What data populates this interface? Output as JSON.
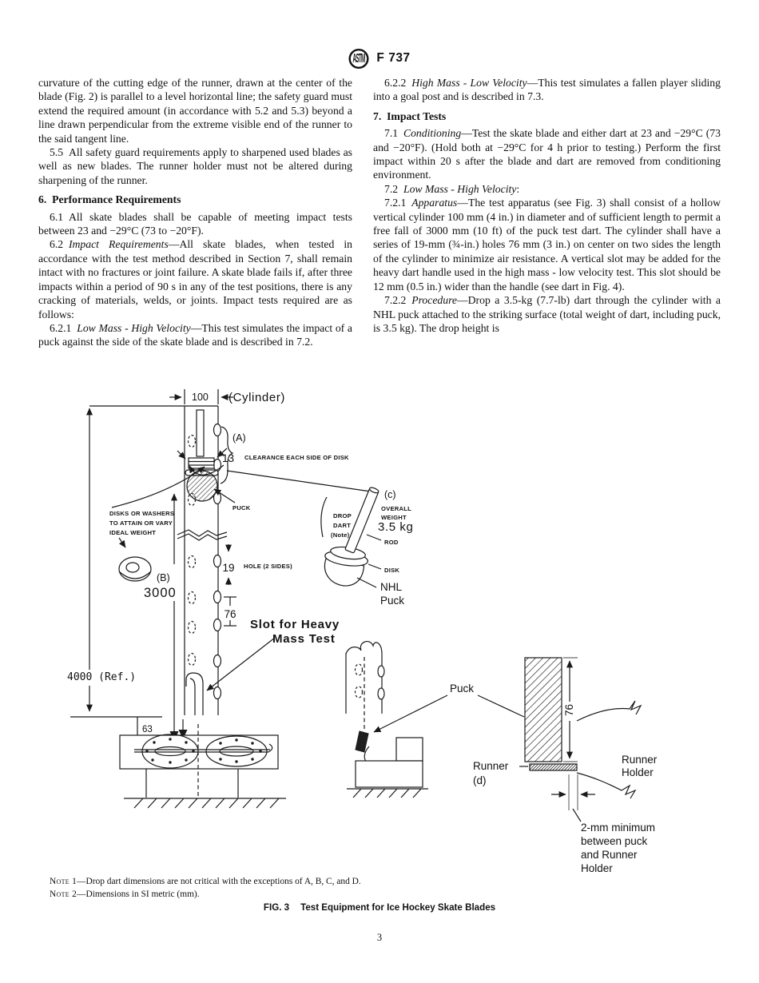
{
  "header": {
    "logo_text": "ASTM",
    "doc_code": "F 737"
  },
  "columns": {
    "left": [
      {
        "type": "p",
        "indent": false,
        "segments": [
          {
            "t": "curvature of the cutting edge of the runner, drawn at the center of the blade (Fig. 2) is parallel to a level horizontal line; the safety guard must extend the required amount (in accordance with 5.2 and 5.3) beyond a line drawn perpendicular from the extreme visible end of the runner to the said tangent line."
          }
        ]
      },
      {
        "type": "p",
        "indent": true,
        "segments": [
          {
            "t": "5.5 All safety guard requirements apply to sharpened used blades as well as new blades. The runner holder must not be altered during sharpening of the runner."
          }
        ]
      },
      {
        "type": "h",
        "segments": [
          {
            "t": "6. Performance Requirements"
          }
        ]
      },
      {
        "type": "p",
        "indent": true,
        "segments": [
          {
            "t": "6.1 All skate blades shall be capable of meeting impact tests between 23 and −29°C (73 to −20°F)."
          }
        ]
      },
      {
        "type": "p",
        "indent": true,
        "segments": [
          {
            "t": "6.2 "
          },
          {
            "t": "Impact Requirements",
            "i": true
          },
          {
            "t": "—All skate blades, when tested in accordance with the test method described in Section 7, shall remain intact with no fractures or joint failure. A skate blade fails if, after three impacts within a period of 90 s in any of the test positions, there is any cracking of materials, welds, or joints. Impact tests required are as follows:"
          }
        ]
      },
      {
        "type": "p",
        "indent": true,
        "segments": [
          {
            "t": "6.2.1 "
          },
          {
            "t": "Low Mass - High Velocity",
            "i": true
          },
          {
            "t": "—This test simulates the impact of a puck against the side of the skate blade and is described in 7.2."
          }
        ]
      }
    ],
    "right": [
      {
        "type": "p",
        "indent": true,
        "segments": [
          {
            "t": "6.2.2 "
          },
          {
            "t": "High Mass - Low Velocity",
            "i": true
          },
          {
            "t": "—This test simulates a fallen player sliding into a goal post and is described in 7.3."
          }
        ]
      },
      {
        "type": "h",
        "segments": [
          {
            "t": "7. Impact Tests"
          }
        ]
      },
      {
        "type": "p",
        "indent": true,
        "segments": [
          {
            "t": "7.1 "
          },
          {
            "t": "Conditioning",
            "i": true
          },
          {
            "t": "—Test the skate blade and either dart at 23 and −29°C (73 and −20°F). (Hold both at −29°C for 4 h prior to testing.) Perform the first impact within 20 s after the blade and dart are removed from conditioning environment."
          }
        ]
      },
      {
        "type": "p",
        "indent": true,
        "segments": [
          {
            "t": "7.2 "
          },
          {
            "t": "Low Mass - High Velocity",
            "i": true
          },
          {
            "t": ":"
          }
        ]
      },
      {
        "type": "p",
        "indent": true,
        "segments": [
          {
            "t": "7.2.1 "
          },
          {
            "t": "Apparatus",
            "i": true
          },
          {
            "t": "—The test apparatus (see Fig. 3) shall consist of a hollow vertical cylinder 100 mm (4 in.) in diameter and of sufficient length to permit a free fall of 3000 mm (10 ft) of the puck test dart. The cylinder shall have a series of 19-mm (¾-in.) holes 76 mm (3 in.) on center on two sides the length of the cylinder to minimize air resistance. A vertical slot may be added for the heavy dart handle used in the high mass - low velocity test. This slot should be 12 mm (0.5 in.) wider than the handle (see dart in Fig. 4)."
          }
        ]
      },
      {
        "type": "p",
        "indent": true,
        "segments": [
          {
            "t": "7.2.2 "
          },
          {
            "t": "Procedure",
            "i": true
          },
          {
            "t": "—Drop a 3.5-kg (7.7-lb) dart through the cylinder with a NHL puck attached to the striking surface (total weight of dart, including puck, is 3.5 kg). The drop height is"
          }
        ]
      }
    ]
  },
  "figure": {
    "dim_100": "100",
    "cylinder_label": "(Cylinder)",
    "a_label": "(A)",
    "clearance_value": "13",
    "clearance_label": "CLEARANCE EACH SIDE OF DISK",
    "puck_top_label": "PUCK",
    "disks_note_1": "DISKS OR WASHERS",
    "disks_note_2": "TO ATTAIN OR VARY",
    "disks_note_3": "IDEAL WEIGHT",
    "b_label": "(B)",
    "dim_3000": "3000",
    "dim_19": "19",
    "hole_label": "HOLE (2 SIDES)",
    "dim_76_left": "76",
    "slot_note_1": "Slot for Heavy",
    "slot_note_2": "Mass Test",
    "dim_4000": "4000 (Ref.)",
    "dim_63": "63",
    "drop_dart_1": "DROP",
    "drop_dart_2": "DART",
    "drop_dart_3": "(Note)",
    "c_label": "(c)",
    "overall_1": "OVERALL",
    "overall_2": "WEIGHT",
    "weight_value": "3.5 kg",
    "rod_label": "ROD",
    "disk_label": "DISK",
    "nhl_1": "NHL",
    "nhl_2": "Puck",
    "puck_mid_label": "Puck",
    "runner_label": "Runner",
    "runner_d": "(d)",
    "runner_holder_1": "Runner",
    "runner_holder_2": "Holder",
    "dim_76_right": "76",
    "gap_note_1": "2-mm minimum",
    "gap_note_2": "between puck",
    "gap_note_3": "and Runner",
    "gap_note_4": "Holder"
  },
  "notes": [
    {
      "label": "Note 1",
      "text": "—Drop dart dimensions are not critical with the exceptions of A, B, C, and D."
    },
    {
      "label": "Note 2",
      "text": "—Dimensions in SI metric (mm)."
    }
  ],
  "caption": {
    "fig": "FIG. 3",
    "title": "Test Equipment for Ice Hockey Skate Blades"
  },
  "page_number": "3"
}
